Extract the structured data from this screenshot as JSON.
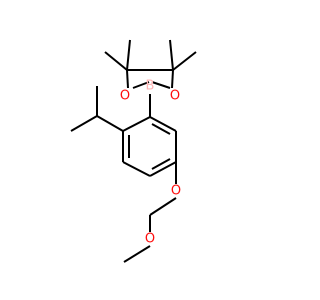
{
  "colors": {
    "background": "#ffffff",
    "bond": "#000000",
    "oxygen": "#ff0d0d",
    "boron": "#ffb5b5"
  },
  "atoms": {
    "boron": "B",
    "oxygen_ring_left": "O",
    "oxygen_ring_right": "O",
    "oxygen_aryl_ether": "O",
    "oxygen_methoxy": "O"
  }
}
